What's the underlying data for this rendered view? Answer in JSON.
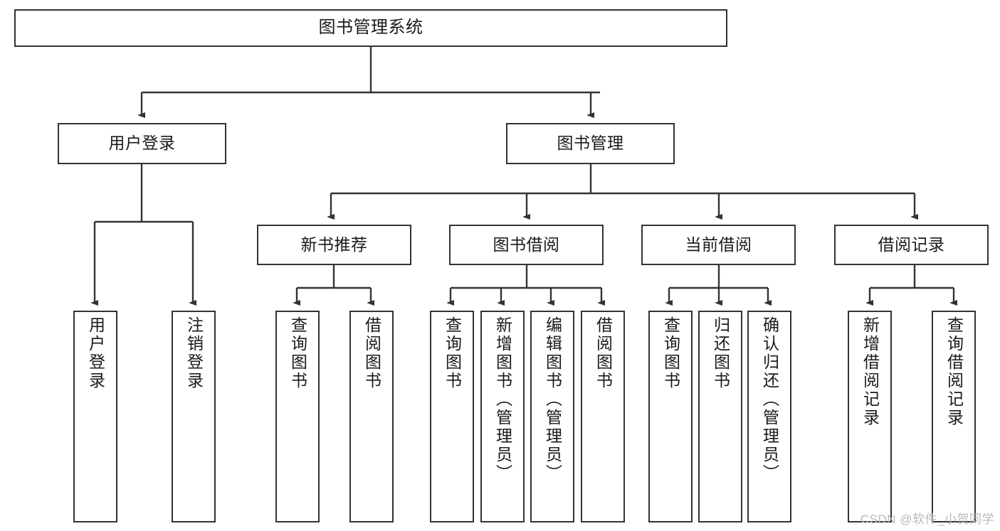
{
  "diagram": {
    "title": "图书管理系统",
    "type": "tree-hierarchy-chart",
    "colors": {
      "box_border": "#333333",
      "box_fill": "#ffffff",
      "connector": "#333333",
      "text": "#1a1a1a",
      "watermark": "#b9b9b9",
      "background": "#ffffff"
    },
    "levels": {
      "level1": "root",
      "level2": "modules",
      "level3": "submodules",
      "level4": "functions"
    }
  },
  "root": {
    "label": "图书管理系统"
  },
  "modules": [
    {
      "label": "用户登录"
    },
    {
      "label": "图书管理"
    }
  ],
  "submodules": [
    {
      "label": "新书推荐"
    },
    {
      "label": "图书借阅"
    },
    {
      "label": "当前借阅"
    },
    {
      "label": "借阅记录"
    }
  ],
  "leaves": {
    "user_login": [
      {
        "label": "用户登录"
      },
      {
        "label": "注销登录"
      }
    ],
    "new_book_recommend": [
      {
        "label": "查询图书"
      },
      {
        "label": "借阅图书"
      }
    ],
    "book_borrow": [
      {
        "label": "查询图书"
      },
      {
        "label": "新增图书（管理员）"
      },
      {
        "label": "编辑图书（管理员）"
      },
      {
        "label": "借阅图书"
      }
    ],
    "current_borrow": [
      {
        "label": "查询图书"
      },
      {
        "label": "归还图书"
      },
      {
        "label": "确认归还（管理员）"
      }
    ],
    "borrow_records": [
      {
        "label": "新增借阅记录"
      },
      {
        "label": "查询借阅记录"
      }
    ]
  },
  "watermark": {
    "text": "CSDN @软件_小贺同学"
  }
}
